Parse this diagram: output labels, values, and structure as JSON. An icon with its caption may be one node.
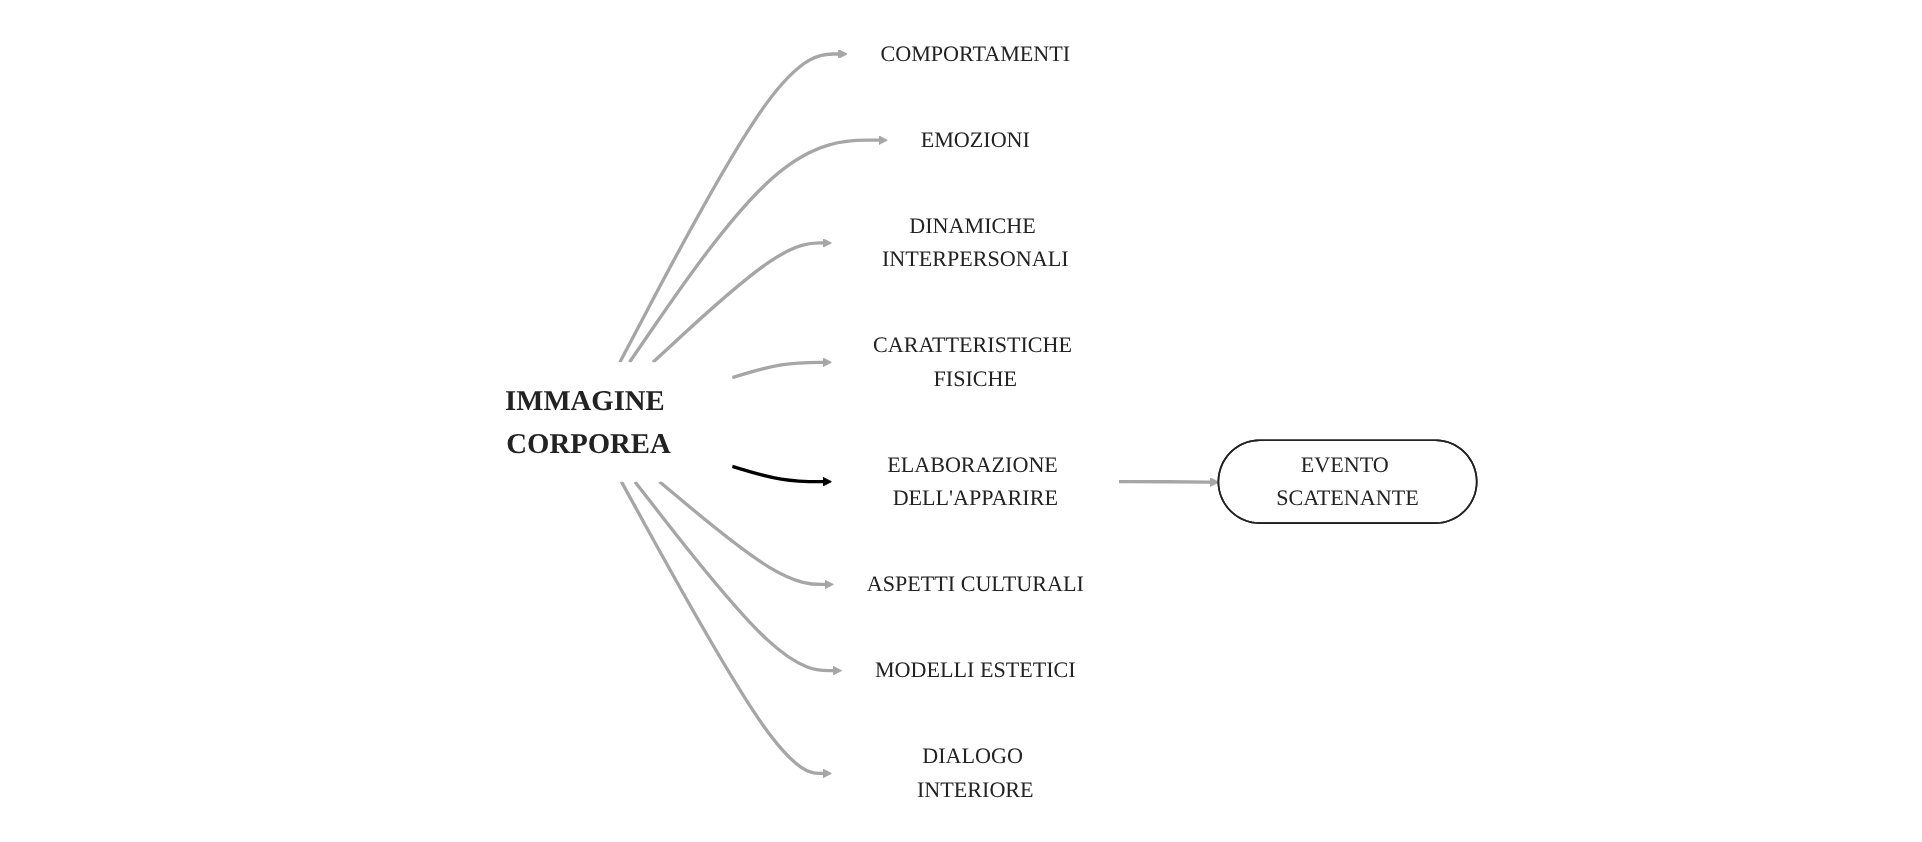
{
  "diagram": {
    "nodes": [
      {
        "text": [
          "IMMAGINE CORPOREA"
        ]
      },
      {
        "text": [
          "COMPORTAMENTI"
        ]
      },
      {
        "text": [
          "EMOZIONI"
        ]
      },
      {
        "text": [
          "DINAMICHE INTERPERSONALI"
        ]
      },
      {
        "text": [
          "CARATTERISTICHE FISICHE"
        ]
      },
      {
        "text": [
          "ELABORAZIONE DELL'APPARIRE"
        ]
      },
      {
        "text": [
          "ASPETTI CULTURALI"
        ]
      },
      {
        "text": [
          "MODELLI ESTETICI"
        ]
      },
      {
        "text": [
          "DIALOGO INTERIORE"
        ]
      },
      {
        "text": [
          "EVENTO SCATENANTE"
        ]
      }
    ],
    "edges": [
      {
        "from": 0,
        "to": 1,
        "arrow": "to"
      },
      {
        "from": 0,
        "to": 2,
        "arrow": "to"
      },
      {
        "from": 0,
        "to": 3,
        "arrow": "to"
      },
      {
        "from": 0,
        "to": 4,
        "arrow": "to"
      },
      {
        "from": 0,
        "to": 5,
        "arrow": "to",
        "color": "#000000"
      },
      {
        "from": 0,
        "to": 6,
        "arrow": "to"
      },
      {
        "from": 0,
        "to": 7,
        "arrow": "to"
      },
      {
        "from": 0,
        "to": 8,
        "arrow": "to"
      },
      {
        "from": 5,
        "to": 9,
        "arrow": "to"
      }
    ]
  }
}
